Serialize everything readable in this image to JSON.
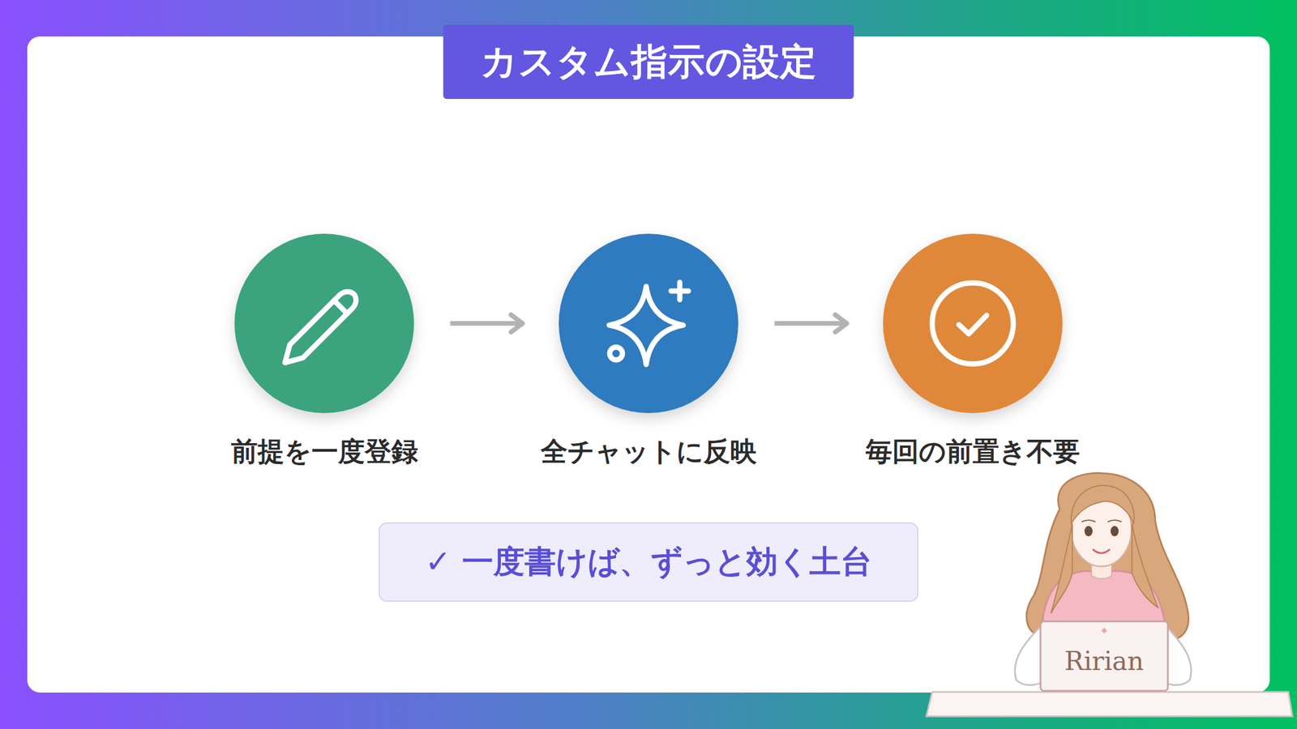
{
  "diagram": {
    "title": "カスタム指示の設定",
    "nodes": [
      {
        "text": [
          "前提を一度登録"
        ]
      },
      {
        "text": [
          "全チャットに反映"
        ]
      },
      {
        "text": [
          "毎回の前置き不要"
        ]
      },
      {
        "text": [
          "✓ 一度書けば、ずっと効く土台"
        ]
      }
    ],
    "edges": [
      {
        "from": 0,
        "to": 1,
        "arrow": "to"
      },
      {
        "from": 1,
        "to": 2,
        "arrow": "to"
      }
    ],
    "labels": [
      "Ririan"
    ]
  }
}
